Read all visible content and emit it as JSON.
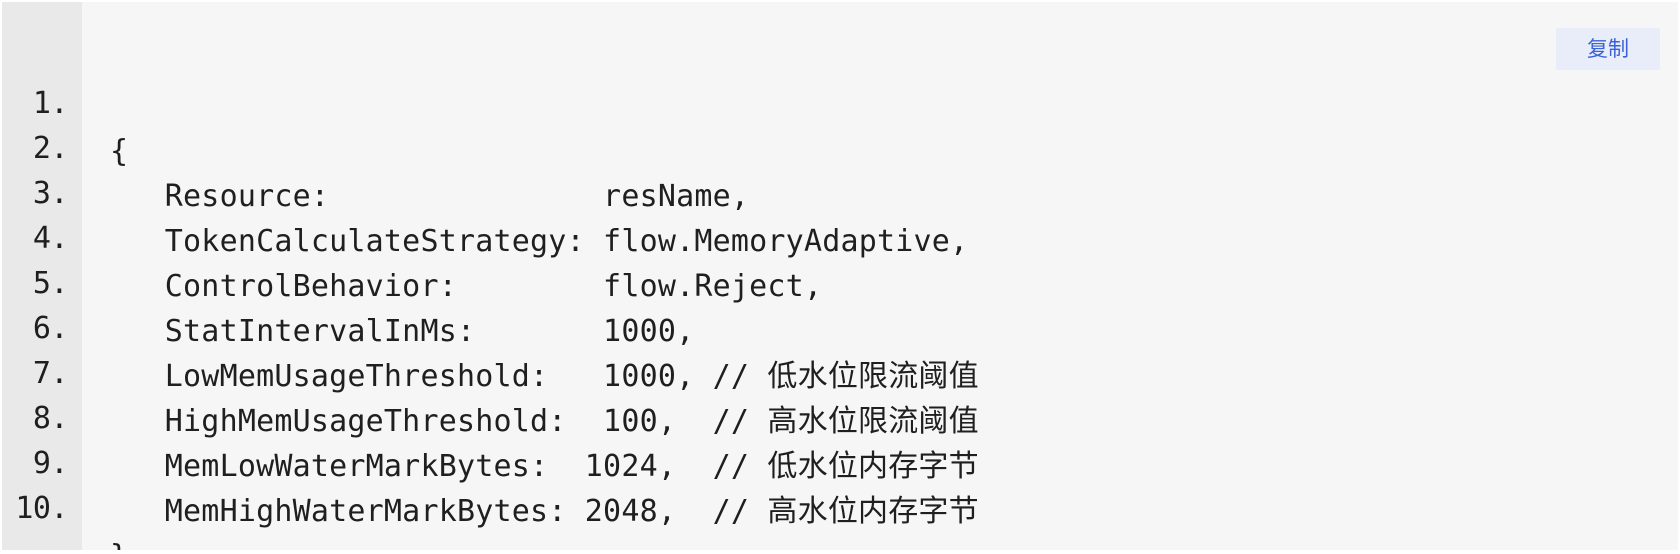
{
  "copy_button": {
    "label": "复制"
  },
  "lines": [
    {
      "number": "1.",
      "code": "{"
    },
    {
      "number": "2.",
      "code": "   Resource:               resName,"
    },
    {
      "number": "3.",
      "code": "   TokenCalculateStrategy: flow.MemoryAdaptive,"
    },
    {
      "number": "4.",
      "code": "   ControlBehavior:        flow.Reject,"
    },
    {
      "number": "5.",
      "code": "   StatIntervalInMs:       1000,"
    },
    {
      "number": "6.",
      "code": "   LowMemUsageThreshold:   1000, // 低水位限流阈值"
    },
    {
      "number": "7.",
      "code": "   HighMemUsageThreshold:  100,  // 高水位限流阈值"
    },
    {
      "number": "8.",
      "code": "   MemLowWaterMarkBytes:  1024,  // 低水位内存字节"
    },
    {
      "number": "9.",
      "code": "   MemHighWaterMarkBytes: 2048,  // 高水位内存字节"
    },
    {
      "number": "10.",
      "code": "}"
    }
  ]
}
